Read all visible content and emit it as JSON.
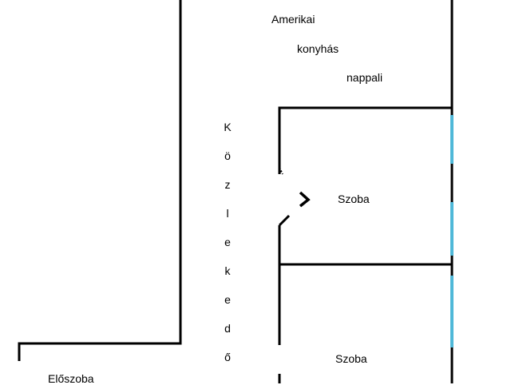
{
  "colors": {
    "wall": "#000000",
    "window": "#4fb8d8",
    "background": "#ffffff"
  },
  "rooms": {
    "living_line1": "Amerikai",
    "living_line2": "konyhás",
    "living_line3": "nappali",
    "room_top": "Szoba",
    "room_bottom": "Szoba",
    "hall": "Előszoba"
  },
  "corridor": {
    "letters": [
      "K",
      "ö",
      "z",
      "l",
      "e",
      "k",
      "e",
      "d",
      "ő"
    ]
  },
  "elements": {
    "walls": "walls",
    "windows": "windows",
    "door": "door-opening"
  }
}
